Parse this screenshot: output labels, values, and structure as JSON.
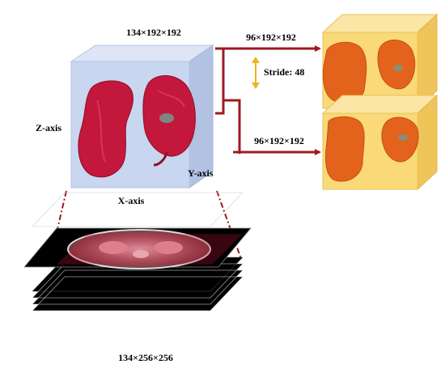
{
  "labels": {
    "source_volume_size": "134×192×192",
    "top_crop_size": "96×192×192",
    "bottom_crop_size": "96×192×192",
    "stride": "Stride: 48",
    "z_axis": "Z-axis",
    "y_axis": "Y-axis",
    "x_axis": "X-axis",
    "ct_stack_size": "134×256×256"
  },
  "colors": {
    "cube_face": "#c9d6f0",
    "kidney": "#c4173c",
    "crop_face": "#f9d978",
    "crop_kidney": "#e4631c",
    "arrow": "#9d1a22",
    "stride_arrow": "#efb321"
  }
}
